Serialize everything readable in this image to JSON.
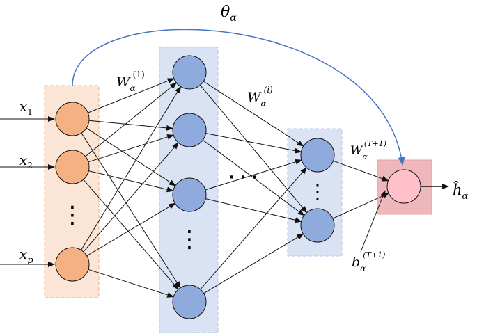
{
  "inputs": {
    "labels": [
      {
        "base": "x",
        "sub": "1"
      },
      {
        "base": "x",
        "sub": "2"
      },
      {
        "base": "x",
        "sub": "p"
      }
    ],
    "ellipsis": "⋮"
  },
  "weights": {
    "first": {
      "base": "W",
      "sub": "α",
      "sup": "(1)"
    },
    "middle": {
      "base": "W",
      "sub": "α",
      "sup": "(i)"
    },
    "last": {
      "base": "W",
      "sub": "α",
      "sup": "(T+1)"
    }
  },
  "bias": {
    "base": "b",
    "sub": "α",
    "sup": "(T+1)"
  },
  "skip_connection": {
    "base": "θ",
    "sub": "α"
  },
  "output": {
    "base": "ĥ",
    "sub": "α"
  },
  "hidden_ellipsis": "· · ·",
  "colors": {
    "input_node": "#f4b183",
    "input_box": "#fbe5d6",
    "input_box_border": "#f4b183",
    "hidden_node": "#8faadc",
    "hidden_box": "#dae3f3",
    "output_node": "#ffc0cb",
    "output_box": "#e8a0a4",
    "skip_arrow": "#4472c4"
  }
}
